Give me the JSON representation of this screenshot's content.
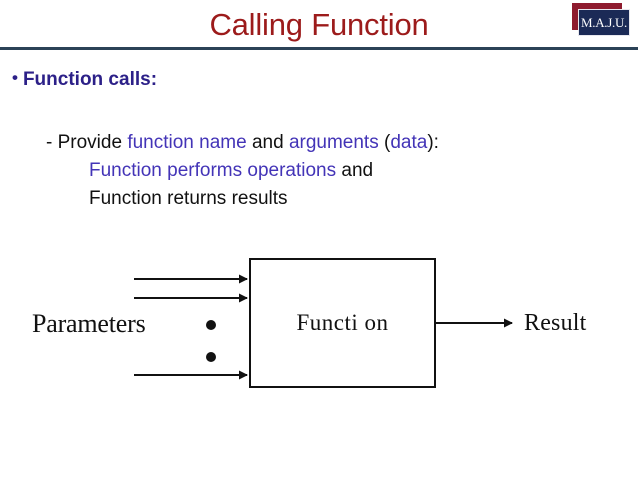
{
  "slide": {
    "title": "Calling Function",
    "logo": {
      "text": "M.A.J.U.",
      "plate_color": "#1b2a56",
      "shadow_color": "#8e1b2e"
    },
    "rule_color": "#2b4257",
    "title_color": "#9c1b1b"
  },
  "content": {
    "bullet_marker": "•",
    "bullet_label": "Function calls:",
    "bullet_color": "#2c2088",
    "highlight_color": "#4334b7",
    "lines": {
      "line1": {
        "dash": "- ",
        "t1": "Provide ",
        "h1": "function name",
        "t2": " and ",
        "h2": "arguments",
        "t3": " (",
        "h3": "data",
        "t4": "):"
      },
      "line2": {
        "h1": "Function performs operations",
        "t1": " and"
      },
      "line3": {
        "t1": "Function returns results"
      }
    }
  },
  "diagram": {
    "box_label": "Functi on",
    "parameters_label": "Parameters",
    "result_label": "Result",
    "ellipsis_dots": 2,
    "input_arrows": 3,
    "output_arrows": 1,
    "stroke_color": "#111111"
  }
}
